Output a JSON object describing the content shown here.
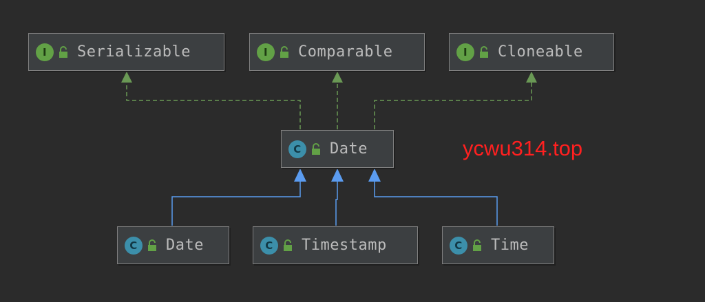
{
  "diagram": {
    "nodes": [
      {
        "id": "serializable",
        "kind": "interface",
        "badge": "I",
        "label": "Serializable"
      },
      {
        "id": "comparable",
        "kind": "interface",
        "badge": "I",
        "label": "Comparable"
      },
      {
        "id": "cloneable",
        "kind": "interface",
        "badge": "I",
        "label": "Cloneable"
      },
      {
        "id": "date-parent",
        "kind": "class",
        "badge": "C",
        "label": "Date"
      },
      {
        "id": "date-child",
        "kind": "class",
        "badge": "C",
        "label": "Date"
      },
      {
        "id": "timestamp",
        "kind": "class",
        "badge": "C",
        "label": "Timestamp"
      },
      {
        "id": "time",
        "kind": "class",
        "badge": "C",
        "label": "Time"
      }
    ],
    "edges": [
      {
        "from": "date-parent",
        "to": "serializable",
        "type": "implements"
      },
      {
        "from": "date-parent",
        "to": "comparable",
        "type": "implements"
      },
      {
        "from": "date-parent",
        "to": "cloneable",
        "type": "implements"
      },
      {
        "from": "date-child",
        "to": "date-parent",
        "type": "extends"
      },
      {
        "from": "timestamp",
        "to": "date-parent",
        "type": "extends"
      },
      {
        "from": "time",
        "to": "date-parent",
        "type": "extends"
      }
    ]
  },
  "colors": {
    "background": "#2b2b2b",
    "implements_edge": "#6a9955",
    "extends_edge": "#5b9cf0"
  },
  "watermark": "ycwu314.top"
}
